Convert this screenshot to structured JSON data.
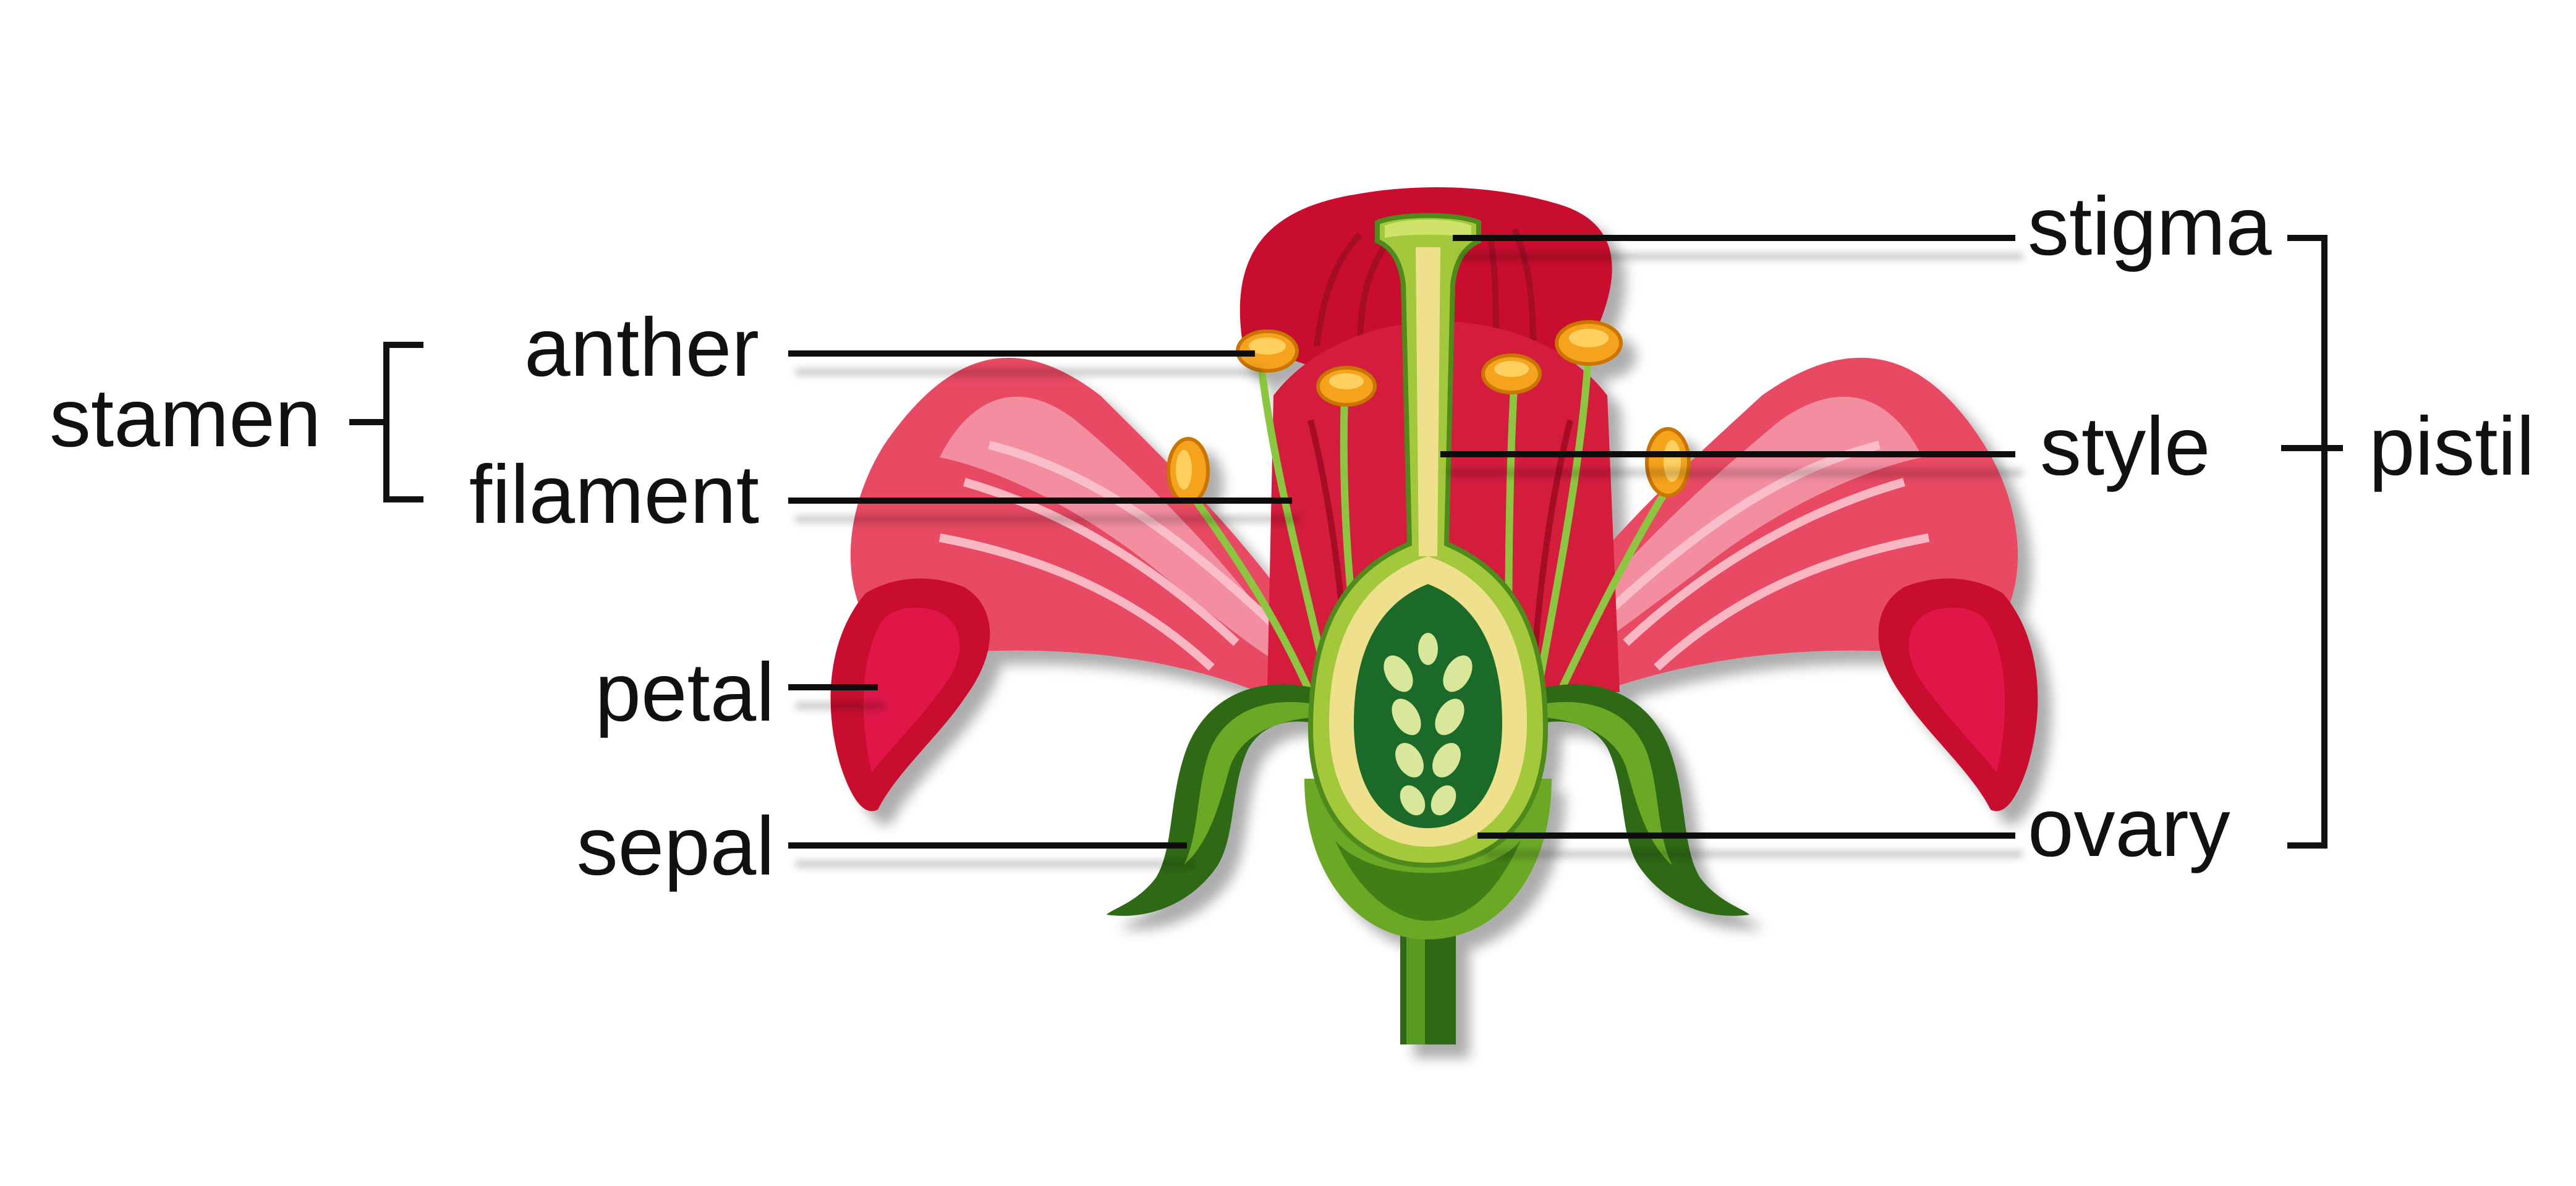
{
  "diagram": {
    "labels": {
      "stamen": "stamen",
      "anther": "anther",
      "filament": "filament",
      "petal": "petal",
      "sepal": "sepal",
      "stigma": "stigma",
      "style": "style",
      "ovary": "ovary",
      "pistil": "pistil"
    }
  },
  "colors": {
    "petal_dark": "#c8102e",
    "petal_mid": "#e84a63",
    "petal_light": "#f59aab",
    "sepal_dark": "#2f6b12",
    "sepal_light": "#6aa826",
    "pistil_light": "#a4c83a",
    "style_core": "#eee08c",
    "ovary_dark": "#1d6b2a",
    "ovule": "#d9e79a",
    "anther": "#f5a21a",
    "line": "#111111"
  }
}
